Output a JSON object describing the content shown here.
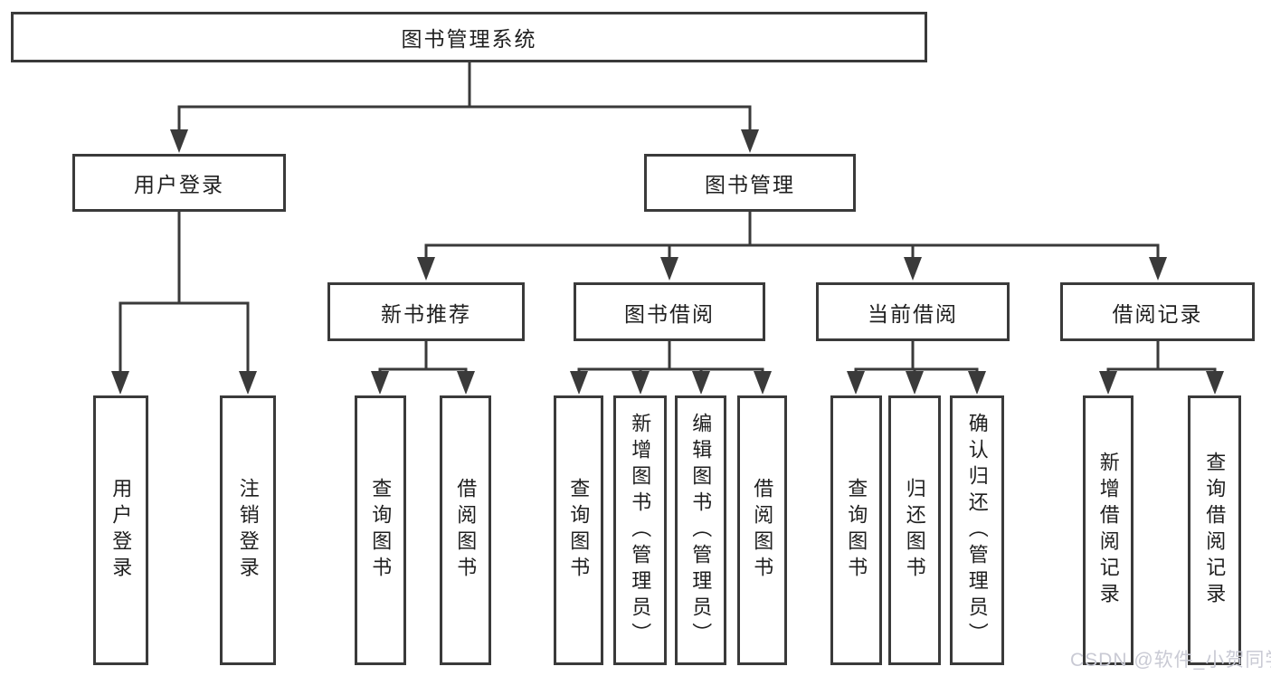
{
  "tree": {
    "root": {
      "label": "图书管理系统"
    },
    "branches": [
      {
        "label": "用户登录",
        "children": [
          {
            "label": "用户登录"
          },
          {
            "label": "注销登录"
          }
        ]
      },
      {
        "label": "图书管理",
        "children": [
          {
            "label": "新书推荐",
            "children": [
              {
                "label": "查询图书"
              },
              {
                "label": "借阅图书"
              }
            ]
          },
          {
            "label": "图书借阅",
            "children": [
              {
                "label": "查询图书"
              },
              {
                "label": "新增图书（管理员）"
              },
              {
                "label": "编辑图书（管理员）"
              },
              {
                "label": "借阅图书"
              }
            ]
          },
          {
            "label": "当前借阅",
            "children": [
              {
                "label": "查询图书"
              },
              {
                "label": "归还图书"
              },
              {
                "label": "确认归还（管理员）"
              }
            ]
          },
          {
            "label": "借阅记录",
            "children": [
              {
                "label": "新增借阅记录"
              },
              {
                "label": "查询借阅记录"
              }
            ]
          }
        ]
      }
    ]
  },
  "watermark": {
    "text": "CSDN @软件_小贺同学"
  },
  "colors": {
    "line": "#3a3a3a",
    "text": "#1f1f1f",
    "watermark": "#c9cad4",
    "background": "#ffffff"
  }
}
